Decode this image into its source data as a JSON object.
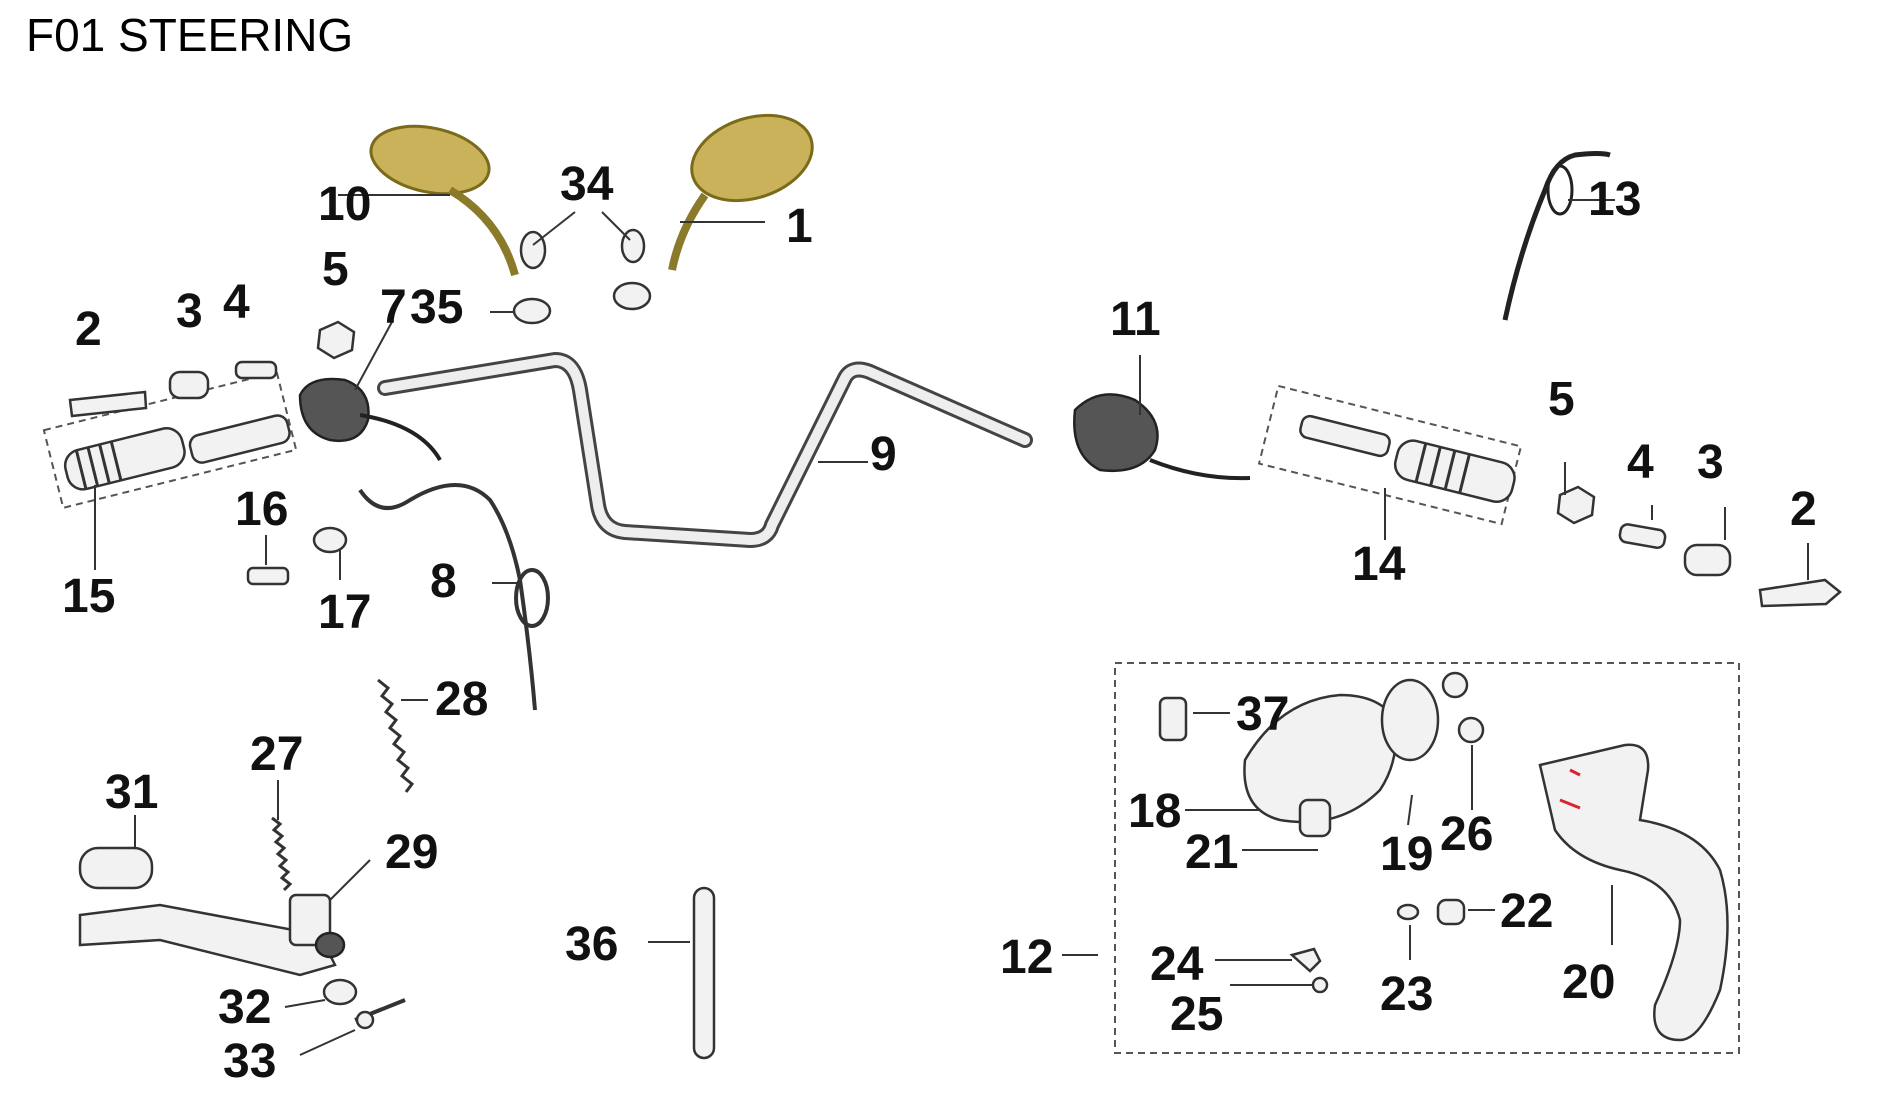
{
  "title": "F01 STEERING",
  "colors": {
    "mirror": "#9a8a2a",
    "mirror_glass": "#c9b25a",
    "line": "#333333"
  },
  "labels": {
    "l1": "1",
    "l2a": "2",
    "l2b": "2",
    "l3a": "3",
    "l3b": "3",
    "l4a": "4",
    "l4b": "4",
    "l5a": "5",
    "l5b": "5",
    "l7": "7",
    "l35": "35",
    "l8": "8",
    "l9": "9",
    "l10": "10",
    "l11": "11",
    "l12": "12",
    "l13": "13",
    "l14": "14",
    "l15": "15",
    "l16": "16",
    "l17": "17",
    "l18": "18",
    "l19": "19",
    "l20": "20",
    "l21": "21",
    "l22": "22",
    "l23": "23",
    "l24": "24",
    "l25": "25",
    "l26": "26",
    "l27": "27",
    "l28": "28",
    "l29": "29",
    "l31": "31",
    "l32": "32",
    "l33": "33",
    "l34": "34",
    "l36": "36",
    "l37": "37"
  }
}
